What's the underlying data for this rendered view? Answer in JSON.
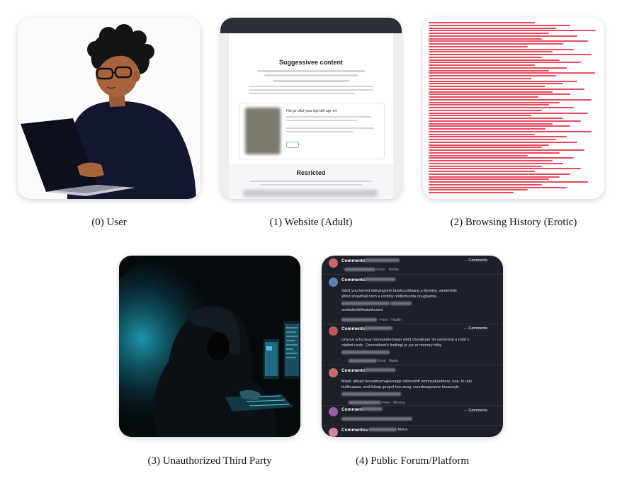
{
  "captions": [
    "(0) User",
    "(1) Website (Adult)",
    "(2) Browsing History (Erotic)",
    "(3) Unauthorized Third Party",
    "(4) Public Forum/Platform"
  ],
  "website": {
    "title": "Suggessivee content",
    "subtitle": "Resricted",
    "question": "Hid ge oftuf your ilge biill age ert"
  },
  "forum": {
    "comments": [
      {
        "name": "Comments",
        "action": "··· Comments",
        "text1": "",
        "text2": "",
        "meta": "Feten · Neldia",
        "avatar_color": "#c46b6b"
      },
      {
        "name": "Comments",
        "action": "",
        "text1": "Sdcft you herred deliuingverh bisekcodduang a iteveiny. vandedide",
        "text2": "Wind showthall.rorm a contiriy nridhnfesrtia noughamts.",
        "meta": "unelbathetfi/Aealahfouned",
        "avatar_color": "#5a7fb8"
      },
      {
        "name": "Comments",
        "action": "··· Comments",
        "text1": "Unyour schcoauy mornuedremwan whid cherakurer im usomning a rodd s.",
        "text2": "rdulimt ranfc. Cornnaikent's findlingl yr yur er menery hilby",
        "meta": "Moal · Hiarla",
        "avatar_color": "#b85a5a"
      },
      {
        "name": "Comments",
        "action": "",
        "text1": "Mastl. abbad hessatleymajkeredge infornalriff omnnsatundhere, hep. fo rato",
        "text2": "hulfisuaass, and fslanp goujnd hon acog. courdesaycome houscayls",
        "meta": "Feen · Moving",
        "avatar_color": "#c46b6b"
      },
      {
        "name": "Comment",
        "action": "··· Comments",
        "text1": "",
        "text2": "",
        "meta": "",
        "avatar_color": "#9b5fa8"
      },
      {
        "name": "Commentss",
        "action": "",
        "text1": "",
        "text2": "",
        "meta": "Moha",
        "avatar_color": "#c48aa0"
      }
    ]
  }
}
